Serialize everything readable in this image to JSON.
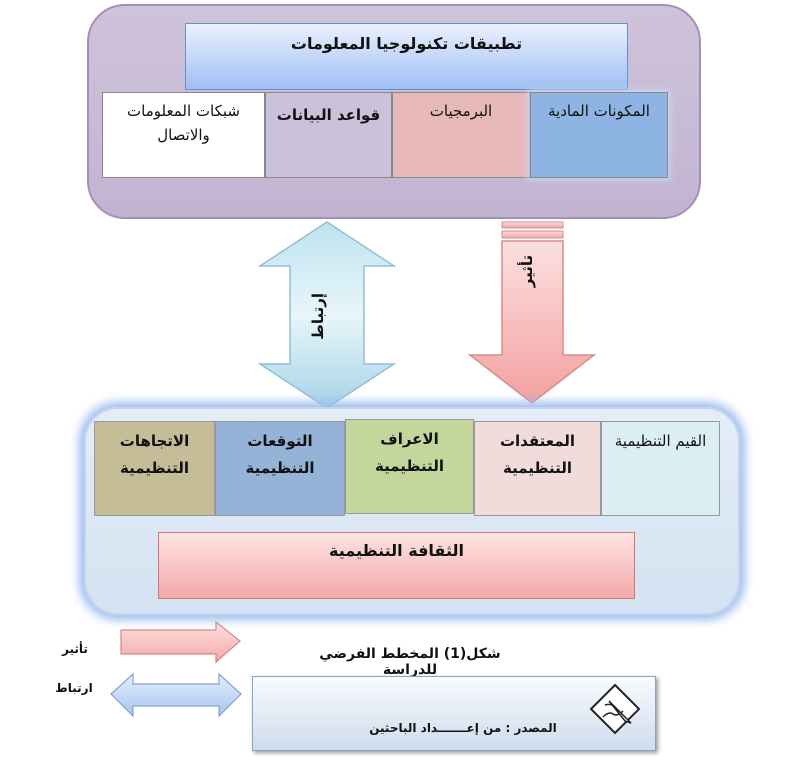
{
  "top_group": {
    "title": "تطبيقات تكنولوجيا المعلومات",
    "components": [
      {
        "label": "المكونات المادية",
        "color": "#8eb4e3"
      },
      {
        "label": "البرمجيات",
        "color": "#e6b9b8"
      },
      {
        "label": "قواعد البيانات",
        "color": "#ccc1da"
      },
      {
        "label": "شبكات المعلومات والاتصال",
        "color": "#ffffff"
      }
    ]
  },
  "arrows": {
    "link_label": "إرتباط",
    "effect_label": "تأثير"
  },
  "bottom_group": {
    "items": [
      {
        "label": "القيم التنظيمية",
        "color": "#dbeef4"
      },
      {
        "label": "المعتقدات التنظيمية",
        "color": "#f2dcdb"
      },
      {
        "label": "الاعراف التنظيمية",
        "color": "#c3d69b"
      },
      {
        "label": "التوقعات التنظيمية",
        "color": "#95b3d7"
      },
      {
        "label": "الاتجاهات التنظيمية",
        "color": "#c4bd97"
      }
    ],
    "main_label": "الثقافة التنظيمية"
  },
  "legend": {
    "effect_label": "تأثير",
    "link_label": "ارتباط"
  },
  "figure_caption": "شكل(1) المخطط الفرضي للدراسة",
  "source_text": "المصدر :  من إعـــــــداد الباحثين"
}
